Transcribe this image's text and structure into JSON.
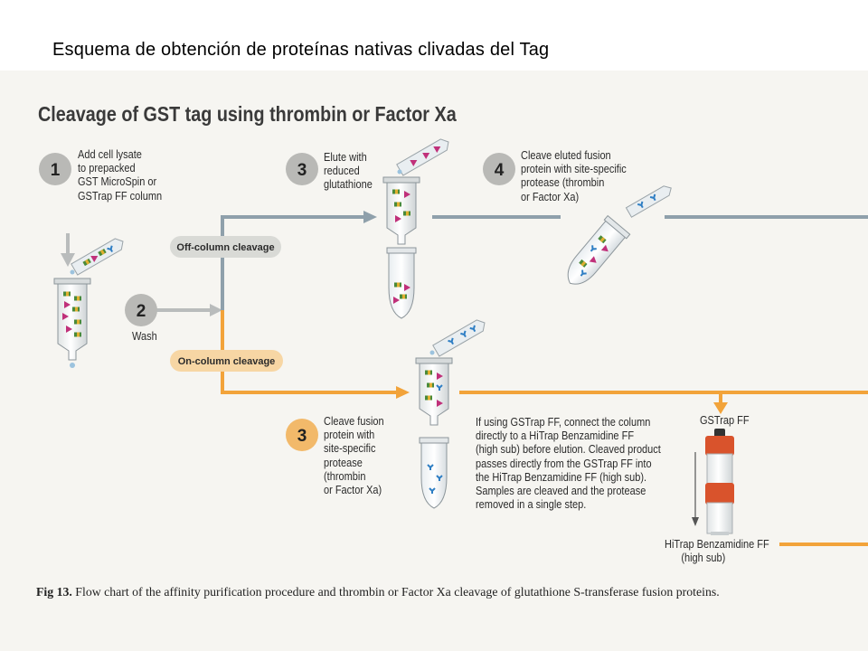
{
  "slide_title": "Esquema de obtención de proteínas nativas clivadas del Tag",
  "figure": {
    "title": "Cleavage of GST tag using thrombin or Factor Xa",
    "steps": {
      "step1": {
        "number": "1",
        "text": "Add cell lysate\nto prepacked\nGST MicroSpin or\nGSTrap FF column"
      },
      "step2": {
        "number": "2",
        "text": "Wash"
      },
      "step3_off": {
        "number": "3",
        "text": "Elute with\nreduced\nglutathione"
      },
      "step4": {
        "number": "4",
        "text": "Cleave eluted fusion\nprotein with site-specific\nprotease (thrombin\nor Factor Xa)"
      },
      "step3_on": {
        "number": "3",
        "text": "Cleave fusion\nprotein with\nsite-specific\nprotease\n(thrombin\nor Factor Xa)"
      }
    },
    "pills": {
      "off_column": "Off-column cleavage",
      "on_column": "On-column cleavage"
    },
    "gstrap_note": "If using GSTrap FF, connect the column\ndirectly to a HiTrap Benzamidine FF\n(high sub) before elution. Cleaved product\npasses directly from the GSTrap FF into\nthe HiTrap Benzamidine FF (high sub).\nSamples are cleaved and the protease\nremoved in a single step.",
    "gstrap_label": "GSTrap FF",
    "hitrap_label": "HiTrap Benzamidine FF\n      (high sub)",
    "caption_label": "Fig 13.",
    "caption_text": " Flow chart of the affinity purification procedure and thrombin or Factor Xa cleavage of glutathione S-transferase fusion proteins."
  },
  "colors": {
    "gray_flow": "#8fa0ab",
    "orange_flow": "#f2a33a",
    "off_pill": "#d9dad6",
    "on_pill": "#f7d6a4",
    "step_circle": "#b9b9b6",
    "step3_on_circle": "#f2b96a",
    "column_red": "#d9532c"
  }
}
